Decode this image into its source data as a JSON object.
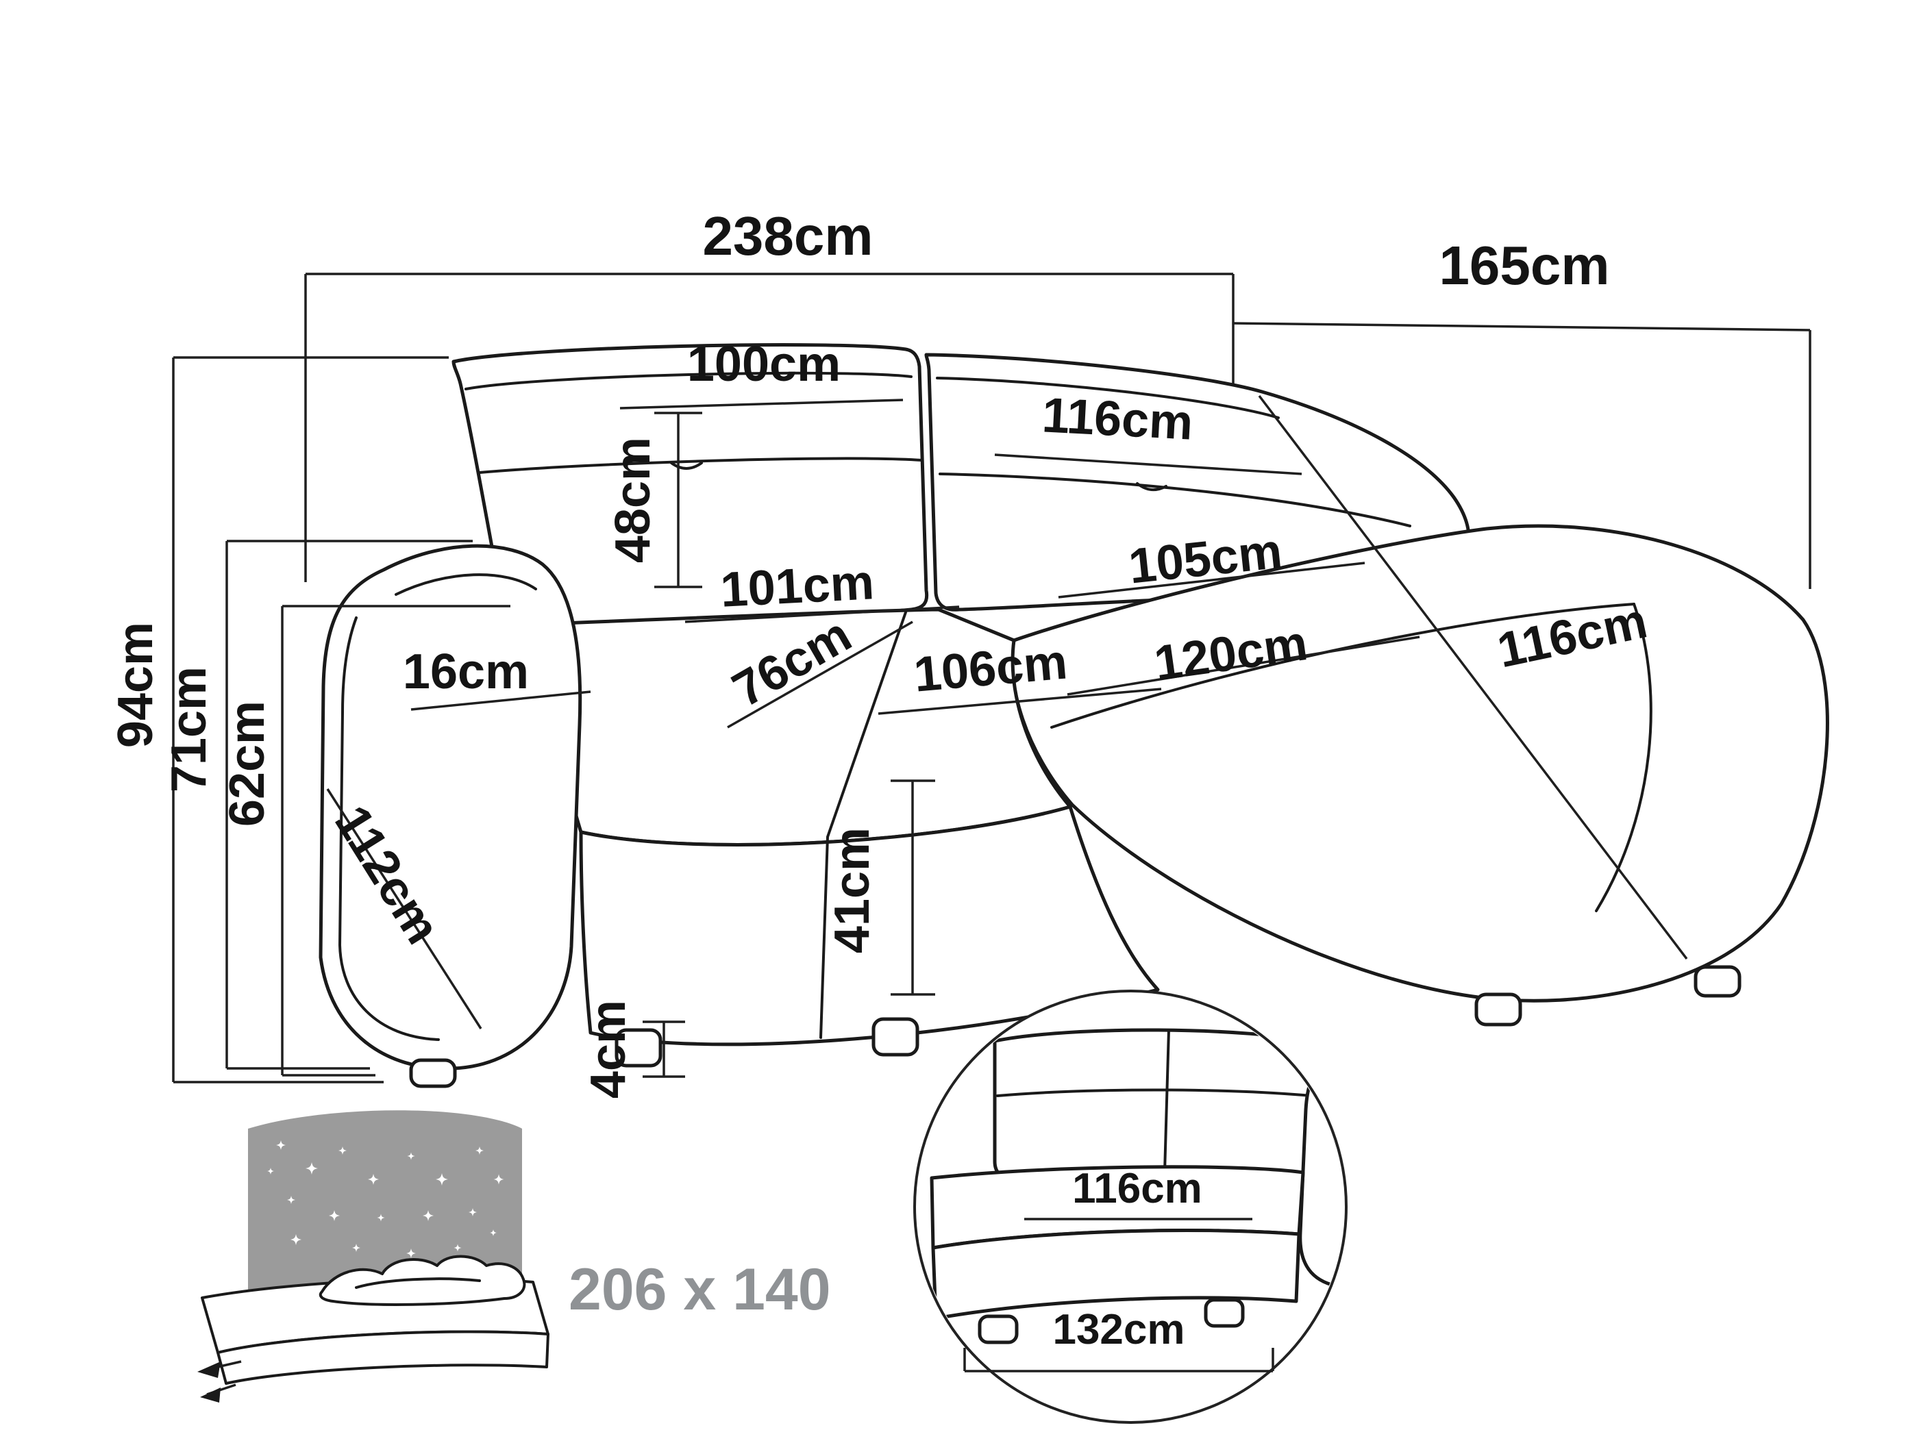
{
  "diagram": {
    "unit": "cm",
    "overall": {
      "width": "238cm",
      "depth": "165cm",
      "height": "94cm",
      "armrest_height": "71cm",
      "seat_back_height": "62cm"
    },
    "backrest": {
      "left_cushion_width": "100cm",
      "right_cushion_width": "116cm",
      "cushion_height": "48cm"
    },
    "seat": {
      "left_width": "101cm",
      "right_width": "105cm",
      "chaise_length": "120cm",
      "depth": "76cm",
      "front_width": "106cm",
      "chaise_width": "116cm",
      "height": "41cm",
      "leg_height": "4cm"
    },
    "armrest": {
      "width": "16cm",
      "length": "112cm"
    },
    "sleeping_area": {
      "label": "206 x 140"
    },
    "detail": {
      "cushion_width": "116cm",
      "base_width": "132cm"
    },
    "colors": {
      "line": "#1a1a1a",
      "dimension_line": "#1f1f1f",
      "text": "#141414",
      "muted_text": "#8f9295",
      "icon_gray": "#9b9b9b",
      "background": "#ffffff"
    }
  }
}
